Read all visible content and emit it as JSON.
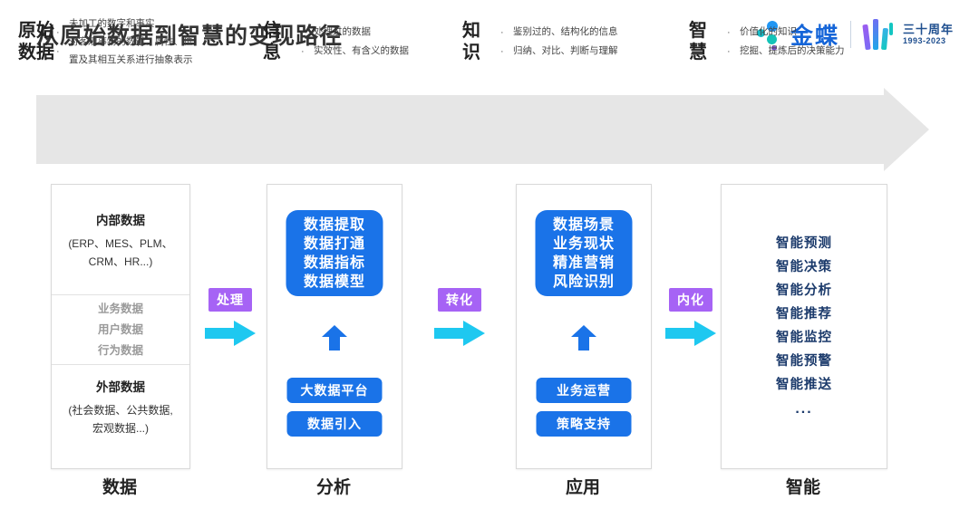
{
  "header": {
    "title": "从原始数据到智慧的变现路径",
    "logo": {
      "brand": "金蝶",
      "anniversary_cn": "三十周年",
      "anniversary_years": "1993-2023"
    }
  },
  "banner": {
    "segments": [
      {
        "head": "原始\n数据",
        "bullets": [
          "未加工的数字和事实",
          "对客观事物的数量、属性、位\n置及其相互关系进行抽象表示"
        ]
      },
      {
        "head": "信\n息",
        "bullets": [
          "处理过的数据",
          "实效性、有含义的数据"
        ]
      },
      {
        "head": "知\n识",
        "bullets": [
          "鉴别过的、结构化的信息",
          "归纳、对比、判断与理解"
        ]
      },
      {
        "head": "智\n慧",
        "bullets": [
          "价值化的知识",
          "挖掘、提炼后的决策能力"
        ]
      }
    ]
  },
  "columns": {
    "data": {
      "footer_label": "数据",
      "top_title": "内部数据",
      "top_sub": "(ERP、MES、PLM、\nCRM、HR...)",
      "middle": [
        "业务数据",
        "用户数据",
        "行为数据"
      ],
      "bottom_title": "外部数据",
      "bottom_sub": "(社会数据、公共数据,\n宏观数据...)"
    },
    "analysis": {
      "footer_label": "分析",
      "box": "数据提取\n数据打通\n数据指标\n数据模型",
      "pill1": "大数据平台",
      "pill2": "数据引入"
    },
    "application": {
      "footer_label": "应用",
      "box": "数据场景\n业务现状\n精准营销\n风险识别",
      "pill1": "业务运营",
      "pill2": "策略支持"
    },
    "intelligence": {
      "footer_label": "智能",
      "items": [
        "智能预测",
        "智能决策",
        "智能分析",
        "智能推荐",
        "智能监控",
        "智能预警",
        "智能推送",
        "..."
      ]
    }
  },
  "connectors": [
    {
      "label": "处理"
    },
    {
      "label": "转化"
    },
    {
      "label": "内化"
    }
  ],
  "colors": {
    "blue": "#1a73e8",
    "purple": "#a663f5",
    "cyan": "#1ec8f0",
    "navy": "#1b3a6b",
    "banner_gray": "#e6e6e6"
  }
}
